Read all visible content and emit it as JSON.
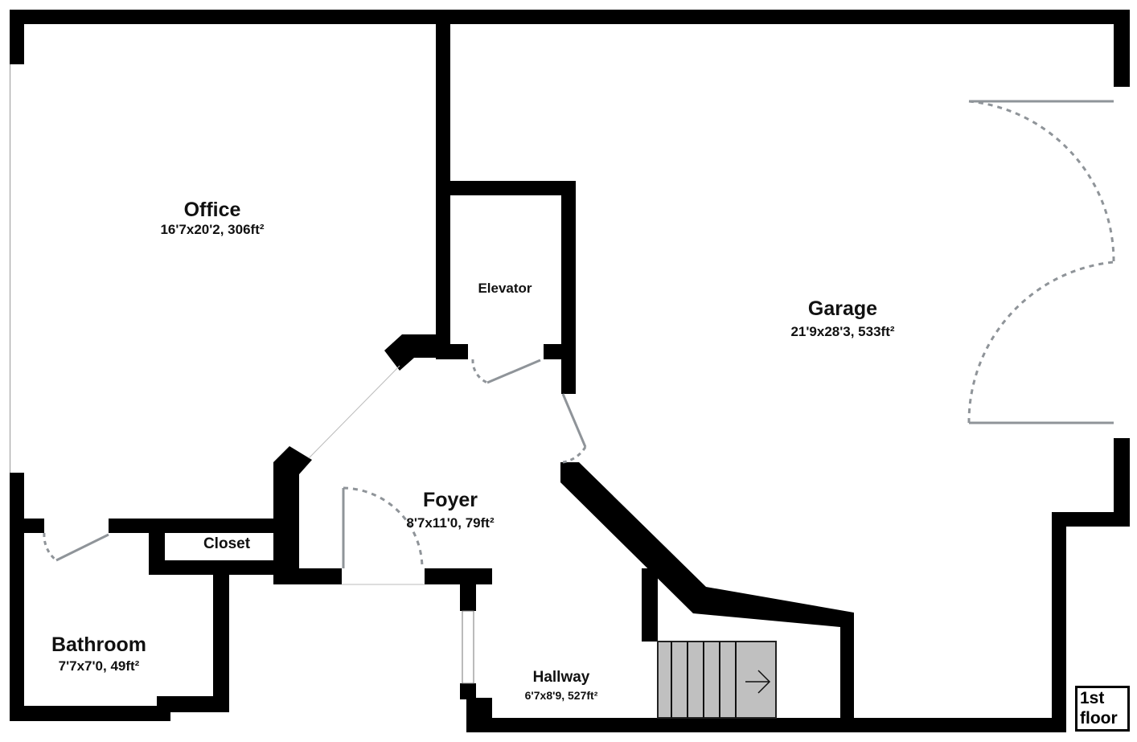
{
  "rooms": {
    "office": {
      "name": "Office",
      "dims": "16'7x20'2, 306ft²"
    },
    "garage": {
      "name": "Garage",
      "dims": "21'9x28'3, 533ft²"
    },
    "elevator": {
      "name": "Elevator"
    },
    "foyer": {
      "name": "Foyer",
      "dims": "8'7x11'0, 79ft²"
    },
    "closet": {
      "name": "Closet"
    },
    "bathroom": {
      "name": "Bathroom",
      "dims": "7'7x7'0, 49ft²"
    },
    "hallway": {
      "name": "Hallway",
      "dims": "6'7x8'9, 527ft²"
    }
  },
  "floor_label": "1st floor",
  "colors": {
    "wall": "#000000",
    "door": "#8f9499",
    "stairs": "#c0c0c0"
  }
}
